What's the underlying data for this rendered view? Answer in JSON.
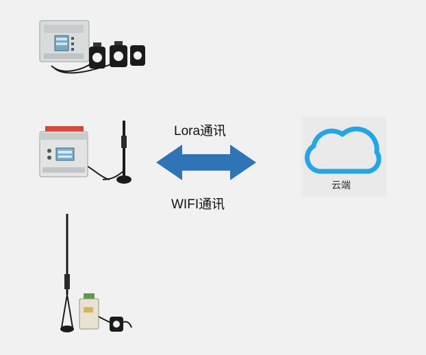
{
  "labels": {
    "lora": "Lora通讯",
    "wifi": "WIFI通讯",
    "cloud": "云端"
  },
  "colors": {
    "arrow": "#2f74b6",
    "cloud": "#22a6e8",
    "background": "#f1f1f1"
  },
  "icons": {
    "arrow": "double-arrow-icon",
    "cloud": "cloud-icon"
  }
}
